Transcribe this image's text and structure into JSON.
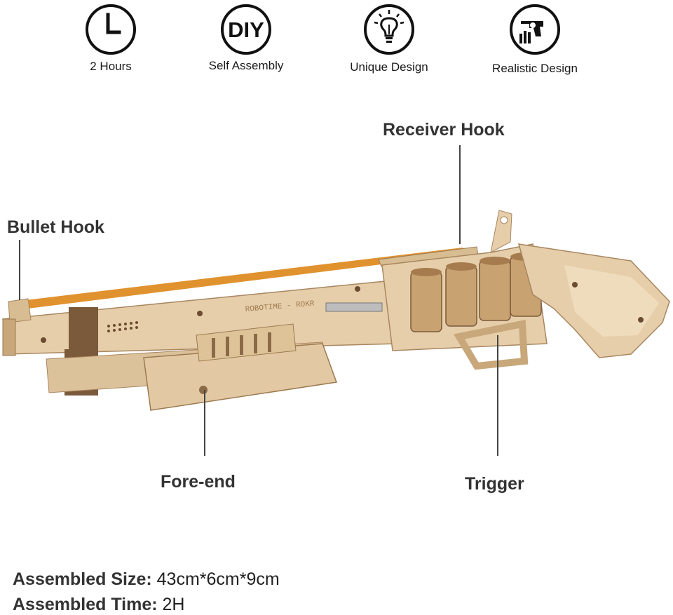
{
  "features": [
    {
      "label": "2 Hours",
      "icon": "clock-icon"
    },
    {
      "label": "Self Assembly",
      "icon": "diy-icon",
      "icon_text": "DIY"
    },
    {
      "label": "Unique Design",
      "icon": "lightbulb-icon"
    },
    {
      "label": "Realistic Design",
      "icon": "revolver-icon"
    }
  ],
  "engraving": "ROBOTIME - ROKR",
  "callouts": {
    "receiver_hook": "Receiver Hook",
    "bullet_hook": "Bullet Hook",
    "fore_end": "Fore-end",
    "trigger": "Trigger"
  },
  "specs": {
    "size_label": "Assembled Size:",
    "size_value": "43cm*6cm*9cm",
    "time_label": "Assembled Time:",
    "time_value": "2H"
  },
  "colors": {
    "wood": "#e6ceaa",
    "wood_dark": "#b08a5e",
    "rubber_band": "#e0922e",
    "leader_line": "#444444"
  }
}
